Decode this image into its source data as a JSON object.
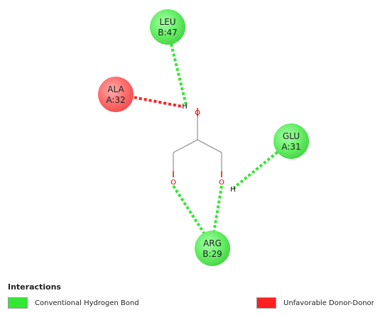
{
  "colors": {
    "hbond": "#33e833",
    "unfavorable": "#ff2020",
    "residue_green_fill": "#66ee66",
    "residue_red_fill": "#ff6666",
    "bond": "#999999",
    "oxygen": "#d00000",
    "hydrogen": "#000000"
  },
  "atoms": {
    "oxygen_label": "O",
    "hydrogen_label": "H"
  },
  "residues": {
    "leu": {
      "name": "LEU",
      "chain": "B:47",
      "type": "Conventional Hydrogen Bond"
    },
    "ala": {
      "name": "ALA",
      "chain": "A:32",
      "type": "Unfavorable Donor-Donor"
    },
    "glu": {
      "name": "GLU",
      "chain": "A:31",
      "type": "Conventional Hydrogen Bond"
    },
    "arg": {
      "name": "ARG",
      "chain": "B:29",
      "type": "Conventional Hydrogen Bond"
    }
  },
  "legend": {
    "title": "Interactions",
    "items": [
      {
        "label": "Conventional Hydrogen Bond",
        "color": "#33e833"
      },
      {
        "label": "Unfavorable Donor-Donor",
        "color": "#ff2020"
      }
    ]
  }
}
